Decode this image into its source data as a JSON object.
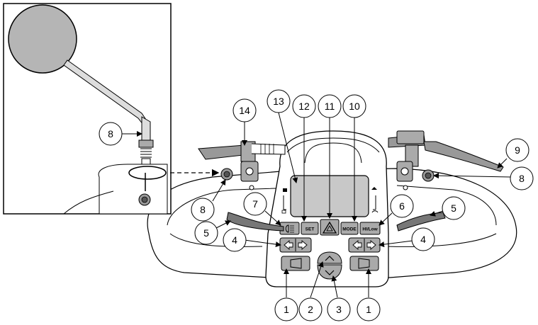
{
  "diagram": {
    "callouts": [
      {
        "id": "inset-8",
        "label": "8"
      },
      {
        "id": "c14",
        "label": "14"
      },
      {
        "id": "c13",
        "label": "13"
      },
      {
        "id": "c12",
        "label": "12"
      },
      {
        "id": "c11",
        "label": "11"
      },
      {
        "id": "c10",
        "label": "10"
      },
      {
        "id": "c9",
        "label": "9"
      },
      {
        "id": "c8-right",
        "label": "8"
      },
      {
        "id": "c8-left",
        "label": "8"
      },
      {
        "id": "c7",
        "label": "7"
      },
      {
        "id": "c6",
        "label": "6"
      },
      {
        "id": "c5-left",
        "label": "5"
      },
      {
        "id": "c5-right",
        "label": "5"
      },
      {
        "id": "c4-left",
        "label": "4"
      },
      {
        "id": "c4-right",
        "label": "4"
      },
      {
        "id": "c1-left",
        "label": "1"
      },
      {
        "id": "c2",
        "label": "2"
      },
      {
        "id": "c3",
        "label": "3"
      },
      {
        "id": "c1-right",
        "label": "1"
      }
    ],
    "buttons": {
      "set": "SET",
      "mode": "MODE",
      "hi_low": "HI/Low"
    },
    "icons": [
      "mirror-icon",
      "hazard-triangle-icon",
      "headlight-icon",
      "turn-left-arrow-icon",
      "turn-right-arrow-icon",
      "horn-icon",
      "speed-up-icon",
      "speed-down-icon"
    ]
  }
}
